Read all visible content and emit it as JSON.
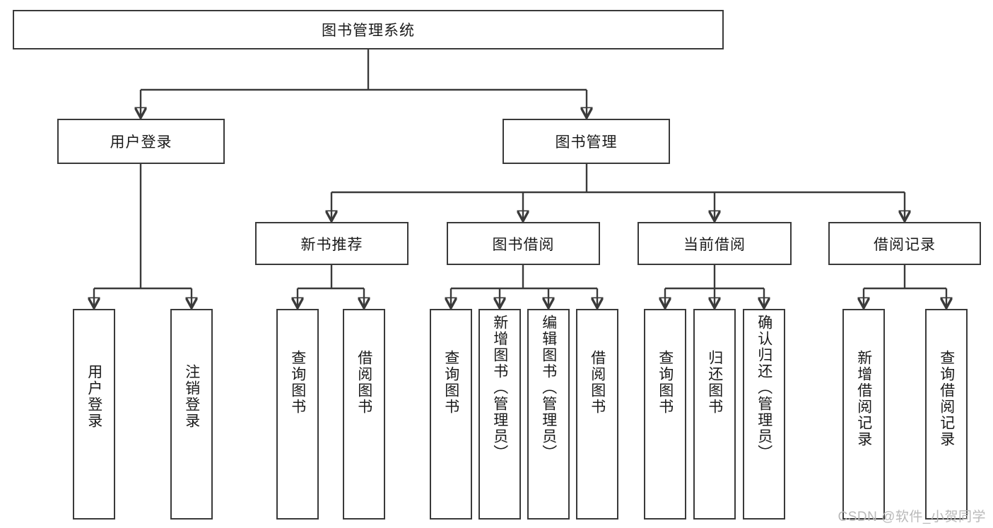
{
  "diagram": {
    "title": "图书管理系统",
    "root": {
      "label": "图书管理系统"
    },
    "level2": {
      "user_login": {
        "label": "用户登录"
      },
      "book_manage": {
        "label": "图书管理"
      }
    },
    "level3": {
      "new_book": {
        "label": "新书推荐"
      },
      "borrow_book": {
        "label": "图书借阅"
      },
      "current_borrow": {
        "label": "当前借阅"
      },
      "borrow_record": {
        "label": "借阅记录"
      }
    },
    "leaves": {
      "user_login": [
        {
          "label": "用户登录"
        },
        {
          "label": "注销登录"
        }
      ],
      "new_book": [
        {
          "label": "查询图书"
        },
        {
          "label": "借阅图书"
        }
      ],
      "borrow_book": [
        {
          "label": "查询图书"
        },
        {
          "label": "新增图书（管理员）"
        },
        {
          "label": "编辑图书（管理员）"
        },
        {
          "label": "借阅图书"
        }
      ],
      "current_borrow": [
        {
          "label": "查询图书"
        },
        {
          "label": "归还图书"
        },
        {
          "label": "确认归还（管理员）"
        }
      ],
      "borrow_record": [
        {
          "label": "新增借阅记录"
        },
        {
          "label": "查询借阅记录"
        }
      ]
    }
  },
  "watermark": {
    "text": "CSDN @软件_小贺同学"
  },
  "colors": {
    "box_border": "#3a3a3a",
    "background": "#ffffff",
    "text": "#1a1a1a",
    "watermark": "#b9b9b9"
  }
}
